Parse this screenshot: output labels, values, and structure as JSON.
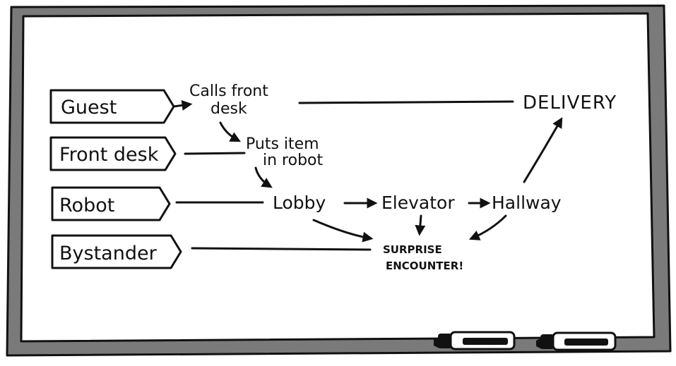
{
  "lanes": [
    {
      "label": "Guest"
    },
    {
      "label": "Front desk"
    },
    {
      "label": "Robot"
    },
    {
      "label": "Bystander"
    }
  ],
  "steps": {
    "calls_front_desk": [
      "Calls front",
      "desk"
    ],
    "puts_item": [
      "Puts item",
      "in robot"
    ],
    "lobby": "Lobby",
    "elevator": "Elevator",
    "hallway": "Hallway",
    "delivery": "DELIVERY",
    "surprise": [
      "SURPRISE",
      "ENCOUNTER!"
    ]
  },
  "colors": {
    "board_frame": "#7a7a7a",
    "board_surface": "#ffffff",
    "ink": "#111111"
  },
  "icons": {
    "marker_left": "marker-icon",
    "marker_right": "marker-icon"
  }
}
